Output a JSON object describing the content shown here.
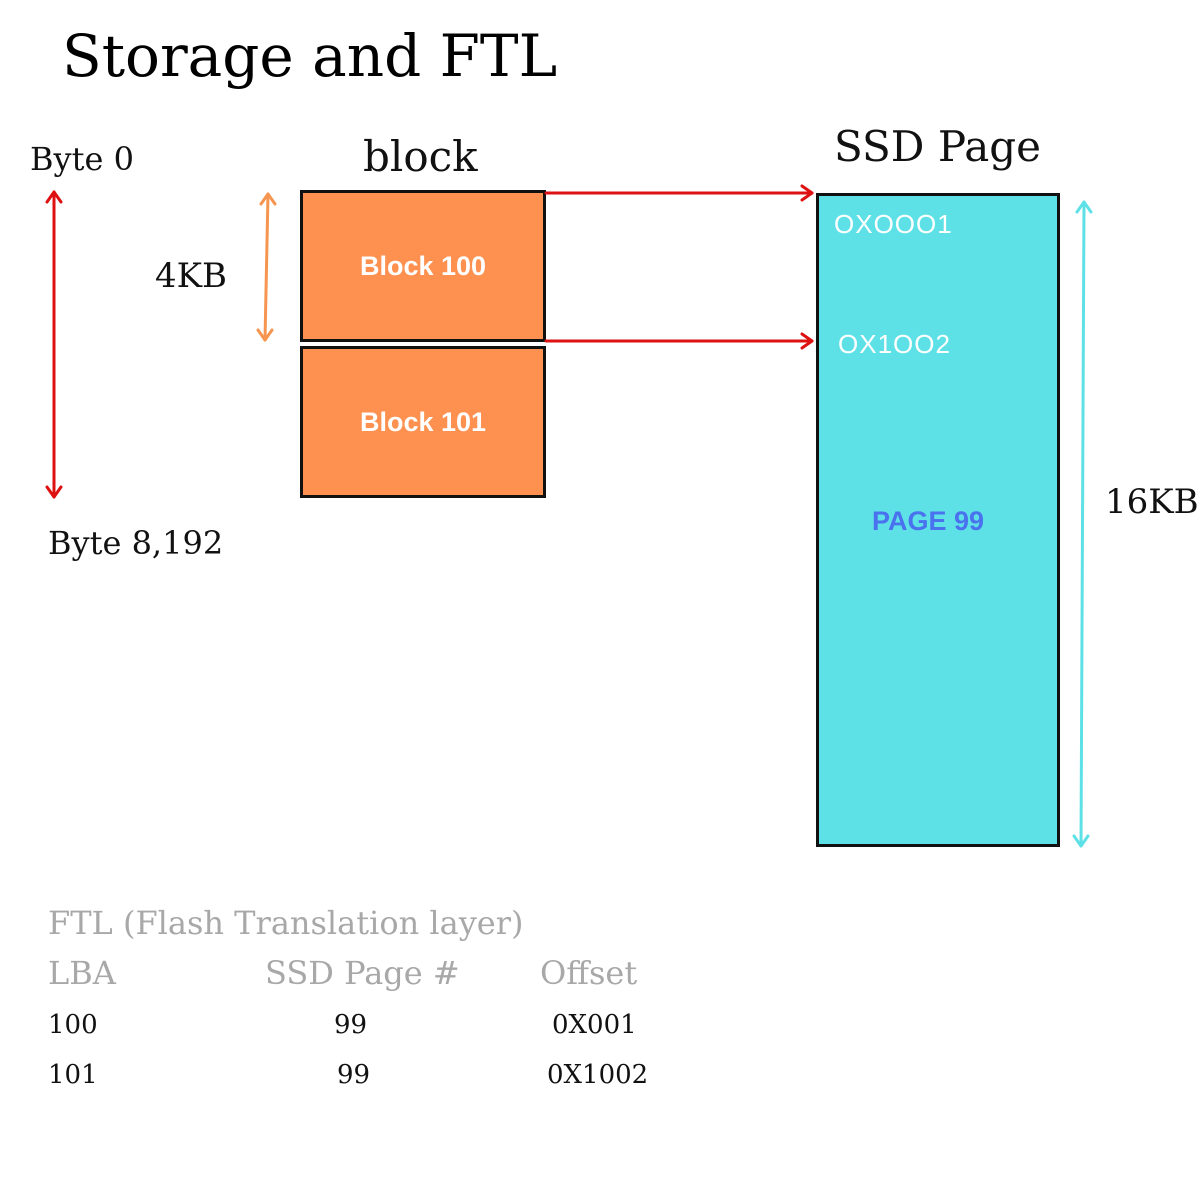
{
  "title": "Storage and FTL",
  "labels": {
    "byte_start": "Byte 0",
    "byte_end": "Byte 8,192",
    "block_header": "block",
    "block_size": "4KB",
    "page_header": "SSD Page",
    "page_size": "16KB"
  },
  "blocks": [
    {
      "label": "Block 100"
    },
    {
      "label": "Block 101"
    }
  ],
  "ssd_page": {
    "offsets": [
      "OXOOO1",
      "OX1OO2"
    ],
    "label": "PAGE 99"
  },
  "ftl_table": {
    "title": "FTL (Flash Translation layer)",
    "headers": [
      "LBA",
      "SSD Page #",
      "Offset"
    ],
    "rows": [
      [
        "100",
        "99",
        "0X001"
      ],
      [
        "101",
        "99",
        "0X1002"
      ]
    ]
  },
  "colors": {
    "block_fill": "#fe9150",
    "page_fill": "#5ee1e6",
    "mapping_arrow": "#dd1111",
    "block_size_arrow": "#f5954f",
    "page_size_arrow": "#5ee1e6",
    "page_label": "#4a72ee",
    "ftl_header": "#a8a8a8"
  }
}
